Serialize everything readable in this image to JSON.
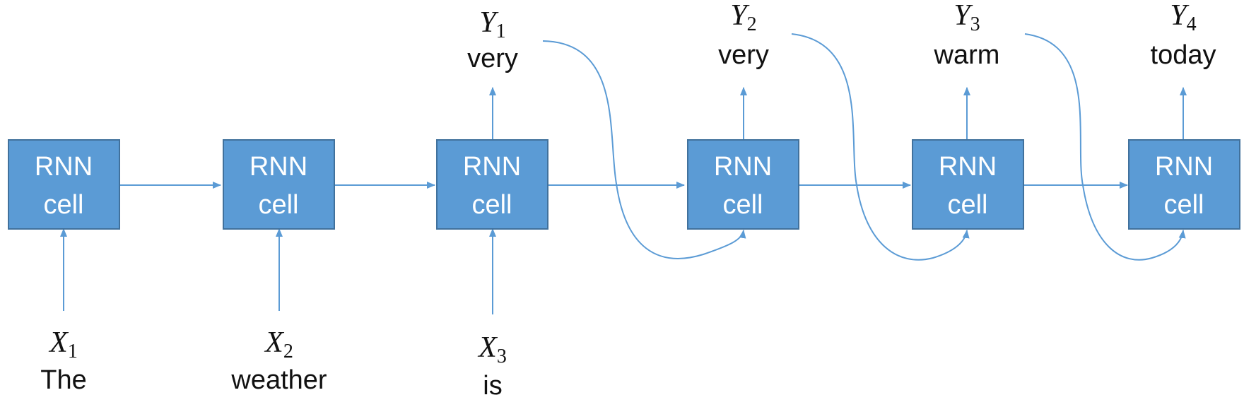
{
  "colors": {
    "cell_fill": "#5b9bd5",
    "cell_border": "#41719c",
    "cell_text": "#ffffff",
    "arrow": "#5b9bd5",
    "label_text": "#111111"
  },
  "cells": [
    {
      "line1": "RNN",
      "line2": "cell"
    },
    {
      "line1": "RNN",
      "line2": "cell"
    },
    {
      "line1": "RNN",
      "line2": "cell"
    },
    {
      "line1": "RNN",
      "line2": "cell"
    },
    {
      "line1": "RNN",
      "line2": "cell"
    },
    {
      "line1": "RNN",
      "line2": "cell"
    }
  ],
  "inputs": [
    {
      "var": "X",
      "sub": "1",
      "word": "The"
    },
    {
      "var": "X",
      "sub": "2",
      "word": "weather"
    },
    {
      "var": "X",
      "sub": "3",
      "word": "is"
    }
  ],
  "outputs": [
    {
      "var": "Y",
      "sub": "1",
      "word": "very"
    },
    {
      "var": "Y",
      "sub": "2",
      "word": "very"
    },
    {
      "var": "Y",
      "sub": "3",
      "word": "warm"
    },
    {
      "var": "Y",
      "sub": "4",
      "word": "today"
    }
  ]
}
